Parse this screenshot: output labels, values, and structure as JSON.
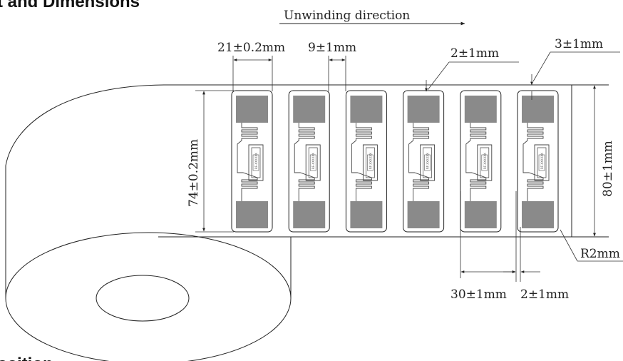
{
  "headings": {
    "top": "t and Dimensions",
    "bottom": "osition"
  },
  "direction_label": "Unwinding direction",
  "dimensions": {
    "label_width": "21±0.2mm",
    "gap": "9±1mm",
    "top_margin": "2±1mm",
    "right_margin": "3±1mm",
    "label_height": "74±0.2mm",
    "liner_width": "80±1mm",
    "corner_radius": "R2mm",
    "pitch": "30±1mm",
    "edge_margin": "2±1mm"
  },
  "label_count": 6,
  "chip_text": "RF-XXXXXX",
  "colors": {
    "pad": "#8a8a8a",
    "line": "#222222"
  }
}
